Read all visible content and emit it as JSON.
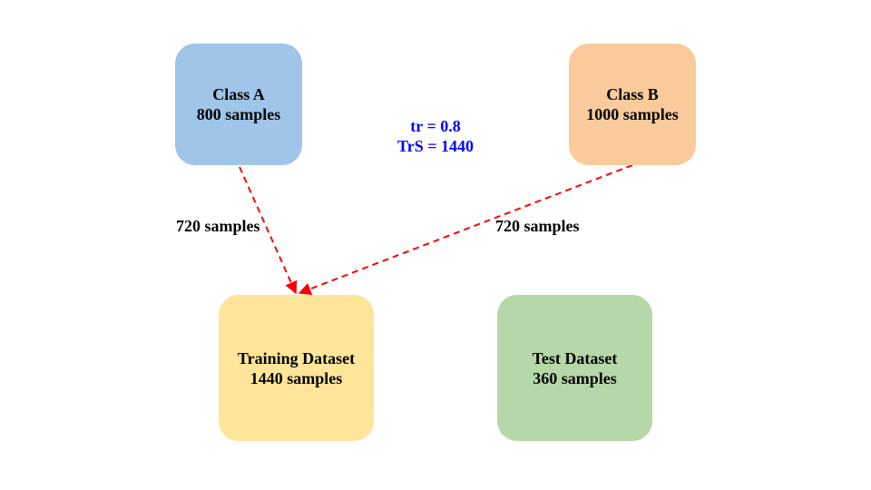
{
  "nodes": {
    "class_a": {
      "title": "Class A",
      "subtitle": "800 samples",
      "color": "#9fc5e8"
    },
    "class_b": {
      "title": "Class B",
      "subtitle": "1000 samples",
      "color": "#f9cb9c"
    },
    "training": {
      "title": "Training Dataset",
      "subtitle": "1440 samples",
      "color": "#ffe599"
    },
    "test": {
      "title": "Test Dataset",
      "subtitle": "360 samples",
      "color": "#b6d7a8"
    }
  },
  "edges": {
    "a_to_training": "720 samples",
    "b_to_training": "720 samples",
    "color": "#ff0000"
  },
  "params": {
    "ratio": "tr = 0.8",
    "train_size": "TrS = 1440",
    "color": "#0000ff"
  }
}
